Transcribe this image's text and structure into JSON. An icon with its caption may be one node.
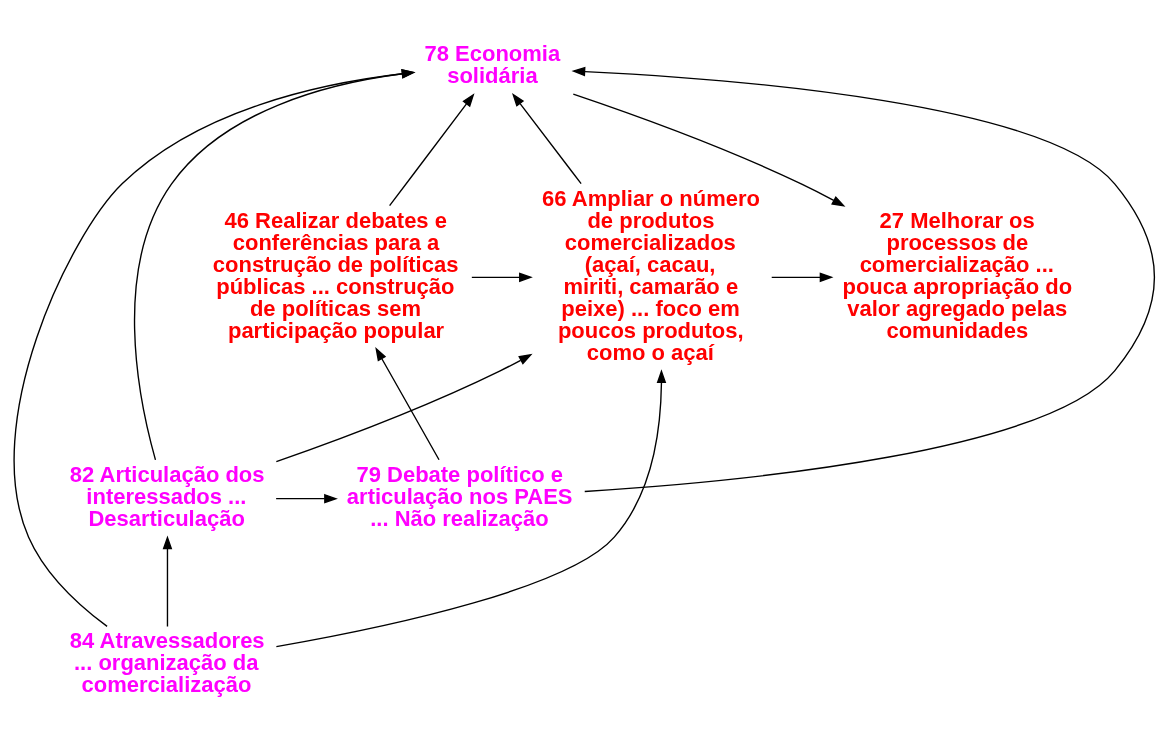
{
  "diagram": {
    "nodes": [
      {
        "text": [
          "27 Melhorar os processos de comercialização ... pouca apropriação do valor agregado pelas comunidades"
        ]
      },
      {
        "text": [
          "66 Ampliar o número de produtos comercializados (açaí, cacau, miriti, camarão e peixe) ... foco em poucos produtos, como o açaí"
        ]
      },
      {
        "text": [
          "46 Realizar debates e conferências para a construção de políticas públicas ... construção de políticas sem participação popular"
        ]
      },
      {
        "text": [
          "78 Economia solidária"
        ]
      },
      {
        "text": [
          "84 Atravessadores ... organização da comercialização"
        ]
      },
      {
        "text": [
          "79 Debate político e articulação nos PAES ... Não realização"
        ]
      },
      {
        "text": [
          "82 Articulação dos interessados ... Desarticulação"
        ]
      }
    ],
    "edges": [
      {
        "from": 1,
        "to": 0,
        "arrow": "to"
      },
      {
        "from": 2,
        "to": 1,
        "arrow": "to"
      },
      {
        "from": 3,
        "to": 0,
        "arrow": "to"
      },
      {
        "from": 1,
        "to": 3,
        "arrow": "to"
      },
      {
        "from": 2,
        "to": 3,
        "arrow": "to"
      },
      {
        "from": 5,
        "to": 3,
        "arrow": "to"
      },
      {
        "from": 5,
        "to": 2,
        "arrow": "to"
      },
      {
        "from": 4,
        "to": 3,
        "arrow": "to"
      },
      {
        "from": 4,
        "to": 1,
        "arrow": "to"
      },
      {
        "from": 4,
        "to": 6,
        "arrow": "to"
      },
      {
        "from": 6,
        "to": 3,
        "arrow": "to"
      },
      {
        "from": 6,
        "to": 1,
        "arrow": "to"
      },
      {
        "from": 6,
        "to": 5,
        "arrow": "to"
      }
    ]
  }
}
